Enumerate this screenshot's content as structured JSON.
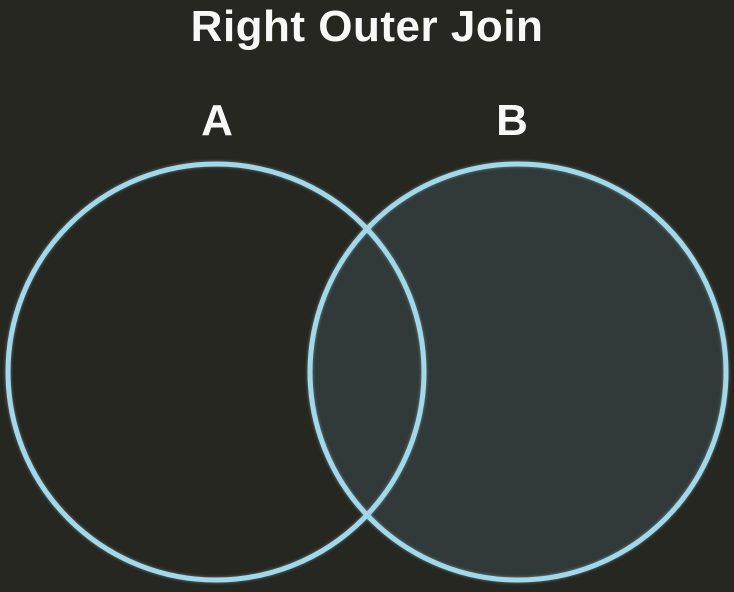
{
  "diagram": {
    "title": "Right Outer Join",
    "type": "venn",
    "sets": [
      {
        "label": "A",
        "filled": false
      },
      {
        "label": "B",
        "filled": true
      }
    ],
    "shaded_region": "entire set B including the A∩B intersection"
  },
  "colors": {
    "background": "#272721",
    "circle_stroke": "#a3d8e8",
    "b_fill": "#313a39",
    "text": "#f8f8f6"
  }
}
